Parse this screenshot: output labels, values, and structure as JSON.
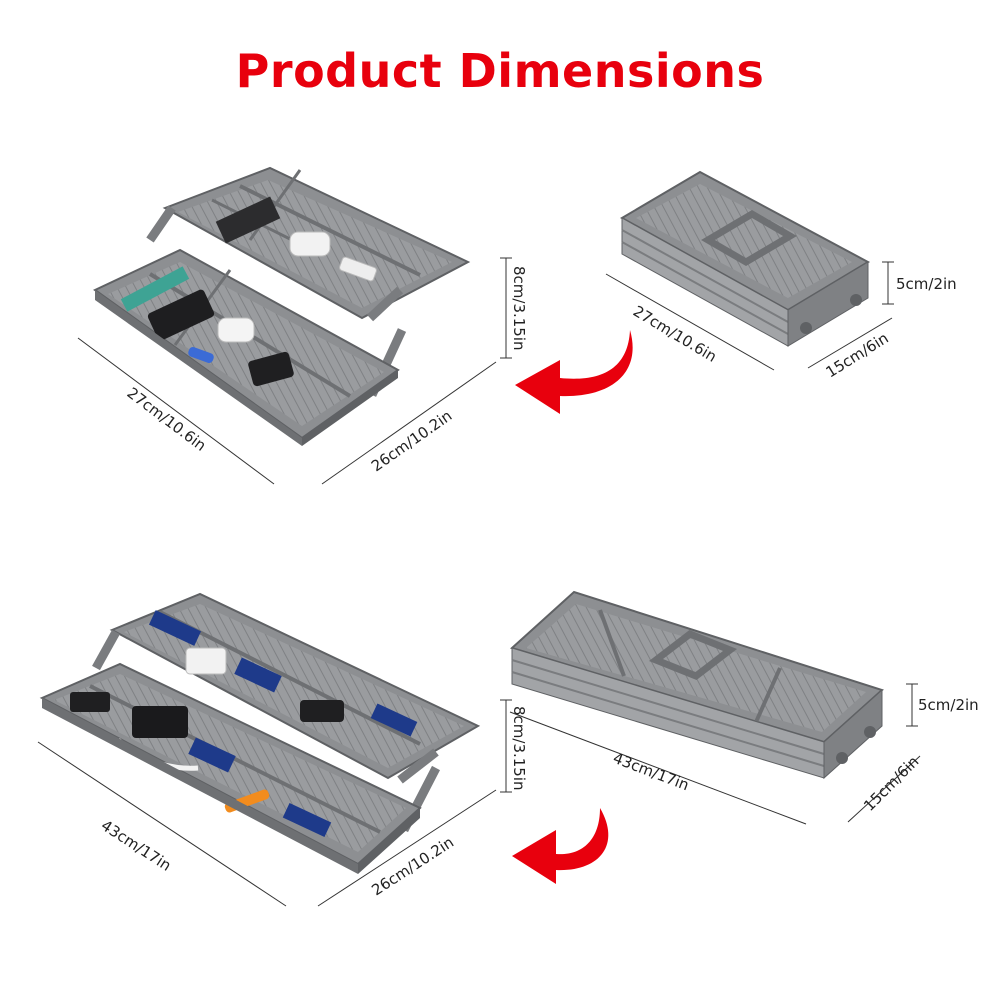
{
  "title": "Product Dimensions",
  "colors": {
    "title": "#e8000d",
    "arrow": "#e8000d",
    "tray": "#8d8f92",
    "tray_dark": "#6e7073",
    "tray_light": "#b4b6b9",
    "dim_line": "#333333"
  },
  "top_expanded": {
    "width_label": "27cm/10.6in",
    "depth_label": "26cm/10.2in",
    "height_label": "8cm/3.15in"
  },
  "top_folded": {
    "width_label": "27cm/10.6in",
    "depth_label": "15cm/6in",
    "height_label": "5cm/2in"
  },
  "bottom_expanded": {
    "width_label": "43cm/17in",
    "depth_label": "26cm/10.2in",
    "height_label": "8cm/3.15in"
  },
  "bottom_folded": {
    "width_label": "43cm/17in",
    "depth_label": "15cm/6in",
    "height_label": "5cm/2in"
  }
}
